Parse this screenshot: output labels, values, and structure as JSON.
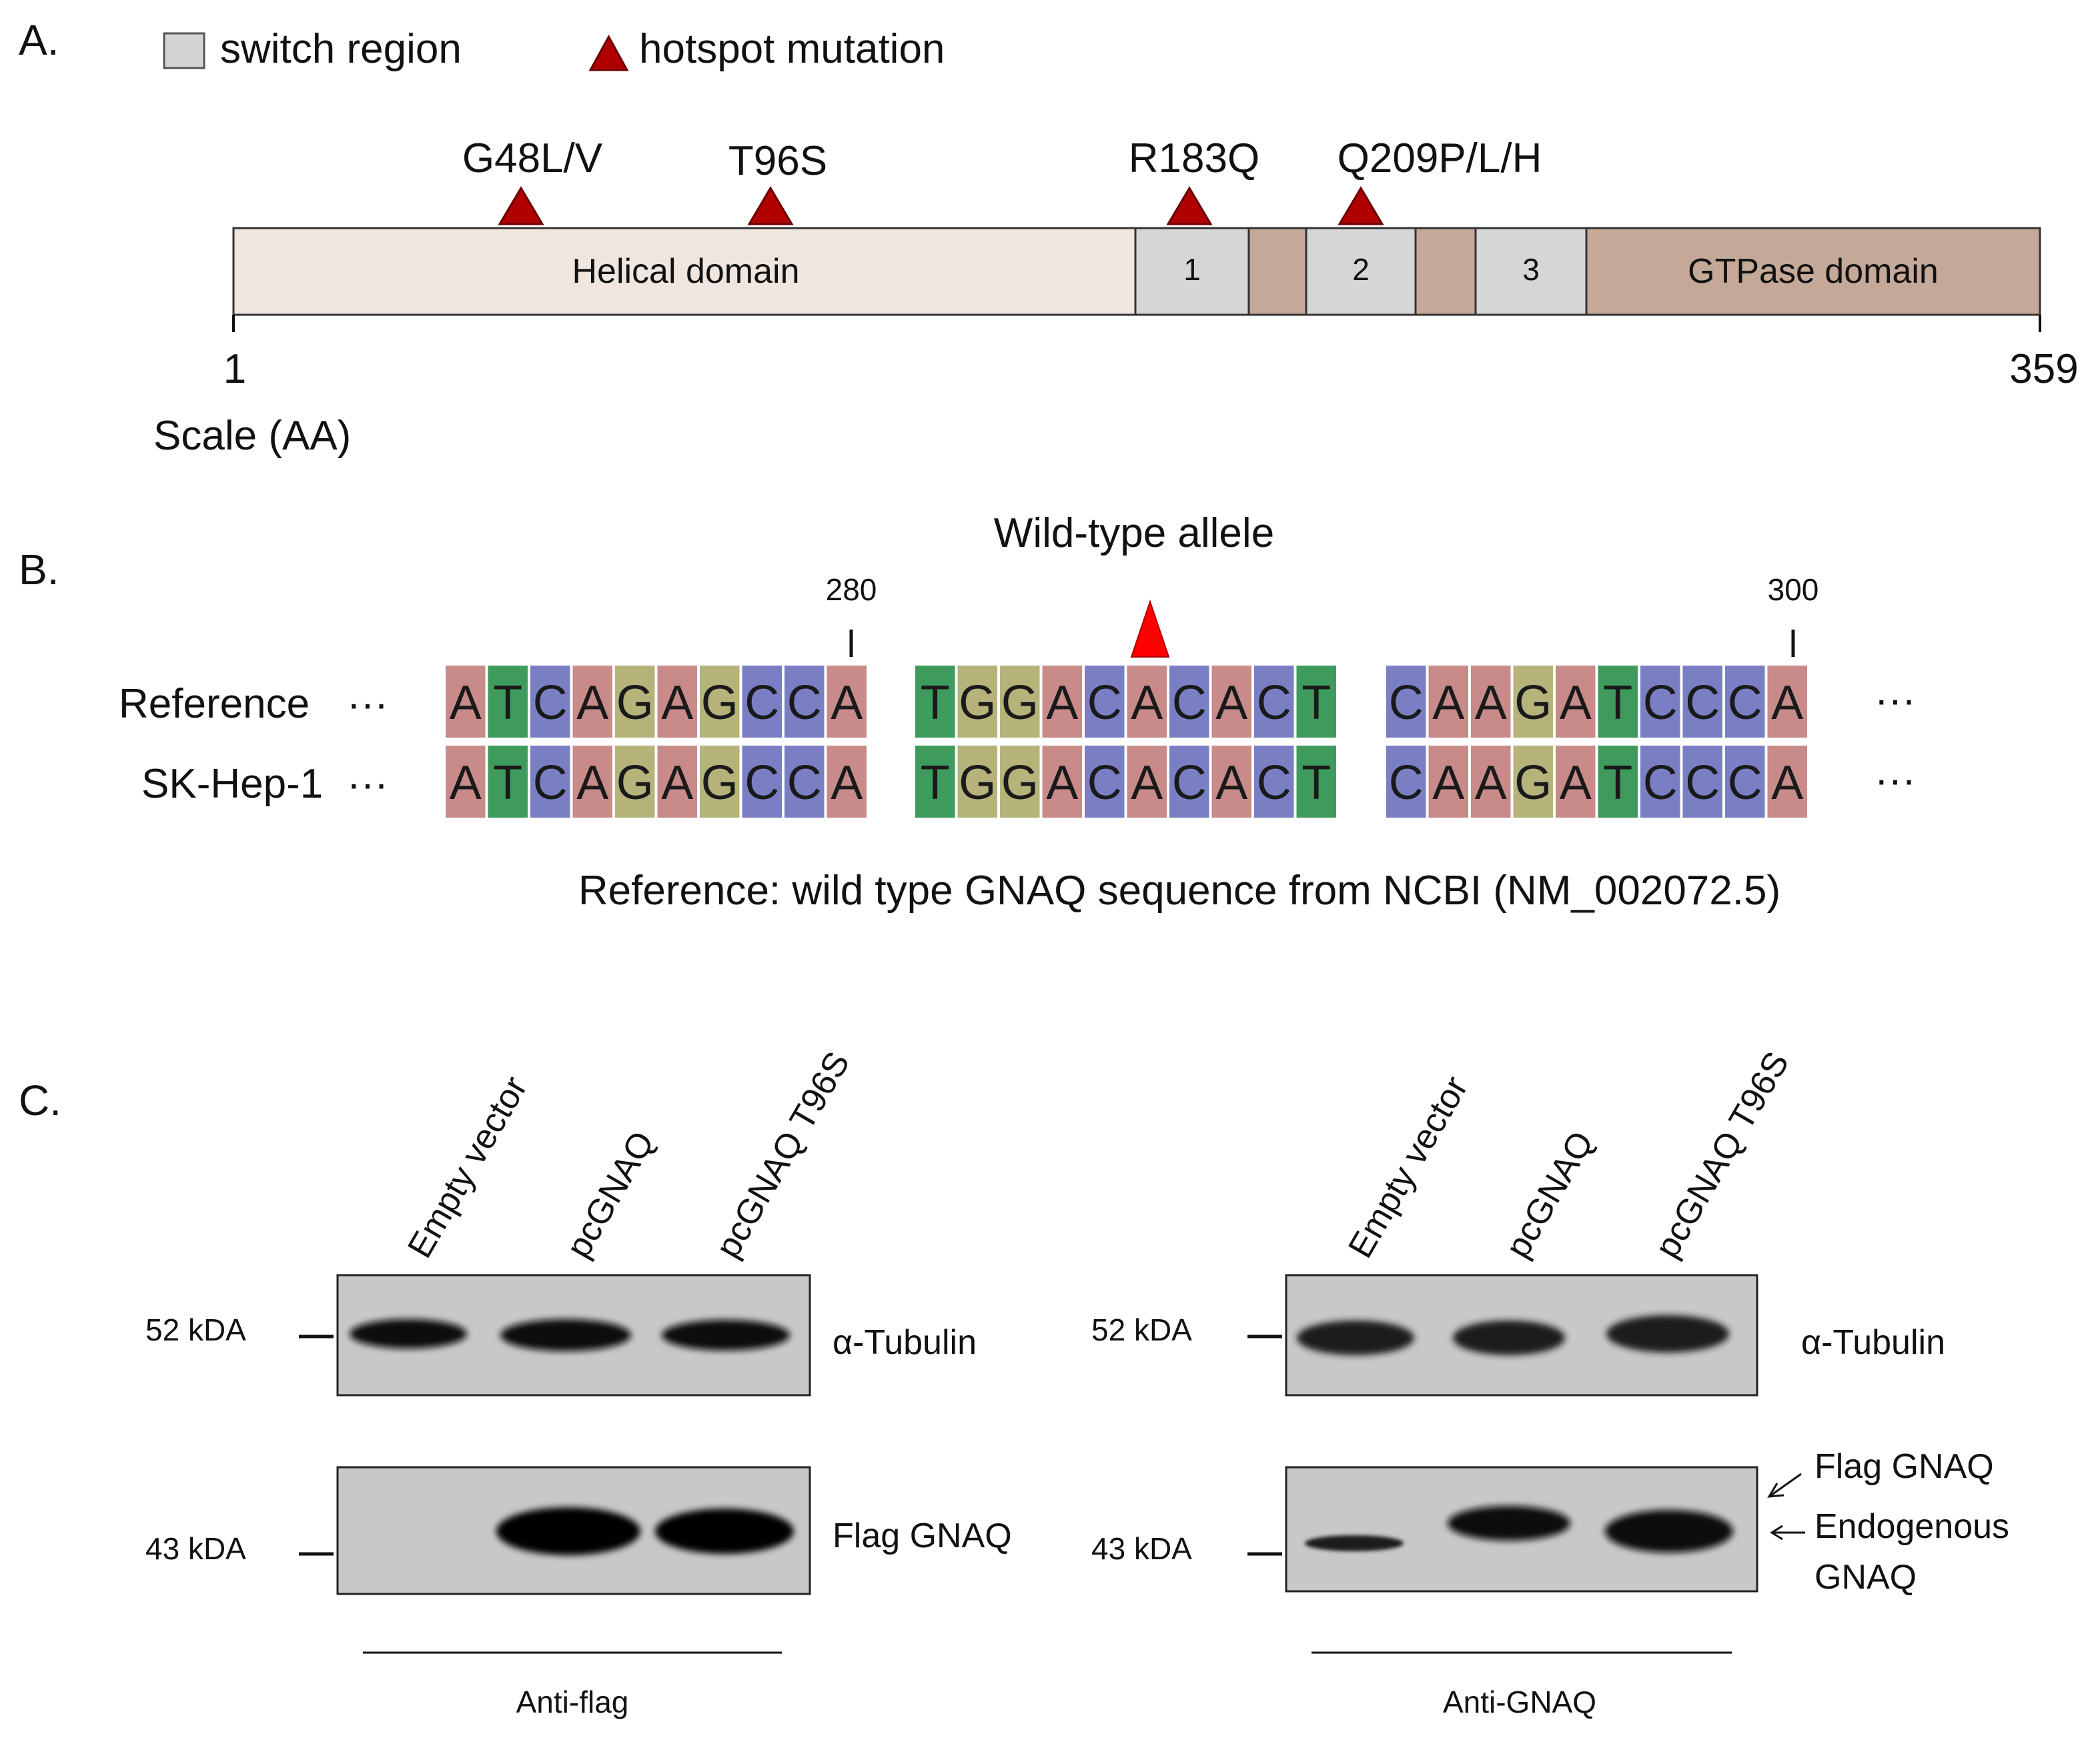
{
  "panels": {
    "a": "A.",
    "b": "B.",
    "c": "C."
  },
  "legend": {
    "switch_region": "switch region",
    "hotspot_mutation": "hotspot mutation"
  },
  "domain_map": {
    "mutations": [
      {
        "label": "G48L/V"
      },
      {
        "label": "T96S"
      },
      {
        "label": "R183Q"
      },
      {
        "label": "Q209P/L/H"
      }
    ],
    "helical_label": "Helical  domain",
    "gtpase_label": "GTPase  domain",
    "switch_labels": [
      "1",
      "2",
      "3"
    ],
    "start": "1",
    "end": "359",
    "scale_label": "Scale (AA)"
  },
  "alignment": {
    "title": "Wild-type allele",
    "pos_left": "280",
    "pos_right": "300",
    "rows": [
      {
        "label": "Reference",
        "ellipsis": "···",
        "trail": "···"
      },
      {
        "label": "SK-Hep-1",
        "ellipsis": "···",
        "trail": "···"
      }
    ],
    "blocks": [
      "ATCAGAGCCA",
      "TGGACACACT",
      "CAAGATCCCA"
    ],
    "base_colors": {
      "A": "#c98a8a",
      "T": "#3f9a5e",
      "C": "#7a7fc4",
      "G": "#b5b37a"
    },
    "reference_note": "Reference: wild type GNAQ sequence from NCBI (NM_002072.5)"
  },
  "blots": {
    "lanes": [
      "Empty vector",
      "pcGNAQ",
      "pcGNAQ T96S"
    ],
    "left": {
      "marker_top": "52 kDA",
      "marker_bottom": "43 kDA",
      "label_top": "α-Tubulin",
      "label_bottom": "Flag GNAQ",
      "antibody": "Anti-flag"
    },
    "right": {
      "marker_top": "52 kDA",
      "marker_bottom": "43 kDA",
      "label_top": "α-Tubulin",
      "label_flag": "Flag GNAQ",
      "label_endo_1": "Endogenous",
      "label_endo_2": "GNAQ",
      "antibody": "Anti-GNAQ"
    }
  }
}
